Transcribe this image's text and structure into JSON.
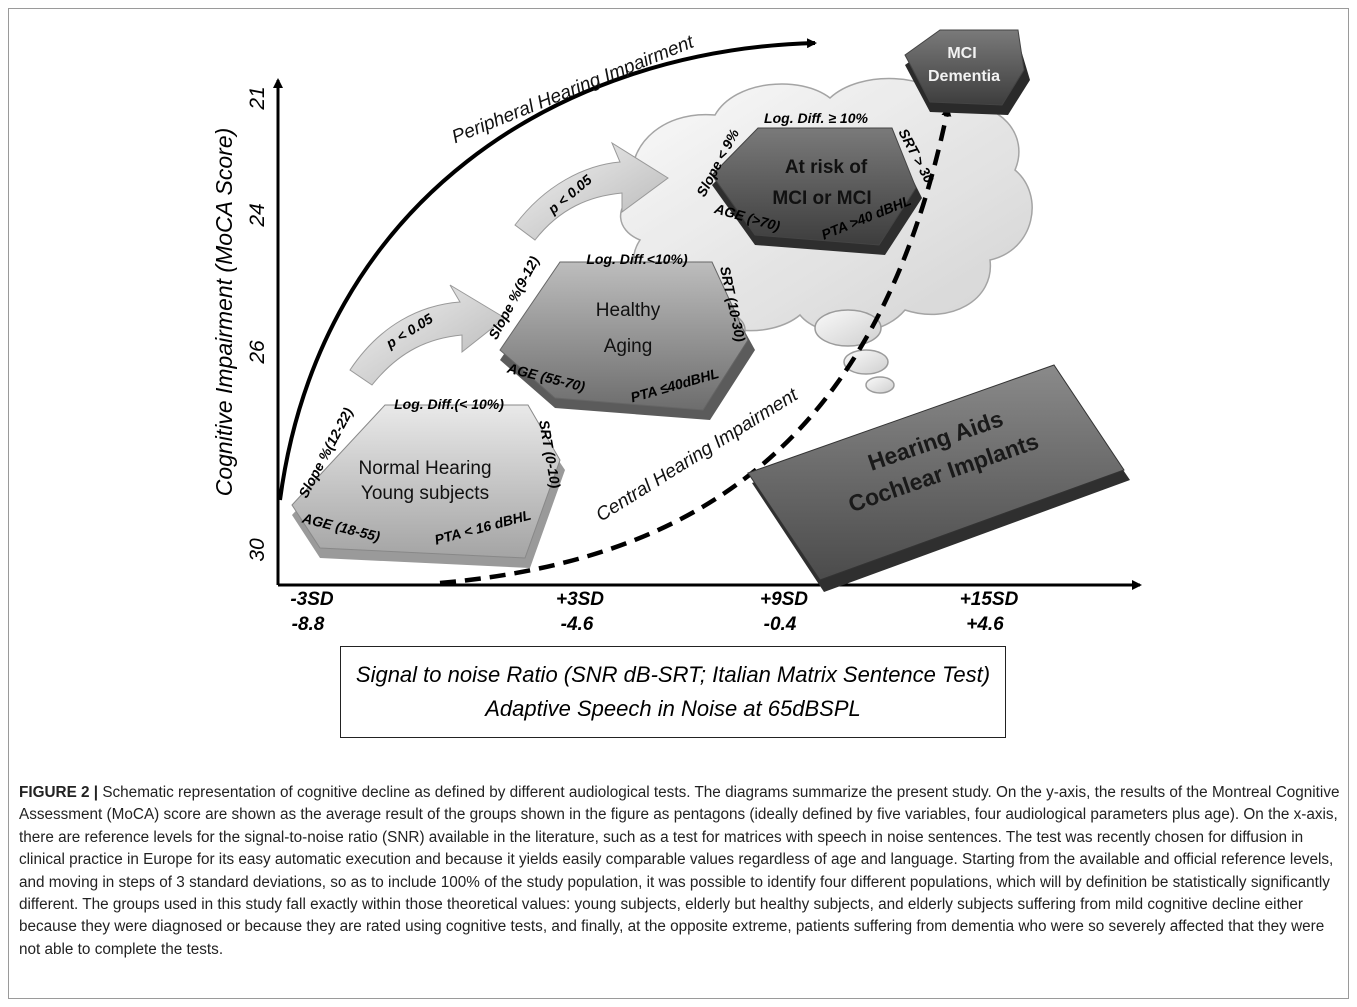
{
  "diagram": {
    "y_axis": {
      "label": "Cognitive Impairment (MoCA Score)",
      "ticks": [
        "21",
        "24",
        "26",
        "30"
      ]
    },
    "x_axis": {
      "ticks": [
        {
          "sd": "-3SD",
          "db": "-8.8"
        },
        {
          "sd": "+3SD",
          "db": "-4.6"
        },
        {
          "sd": "+9SD",
          "db": "-0.4"
        },
        {
          "sd": "+15SD",
          "db": "+4.6"
        }
      ],
      "title_line1": "Signal to noise Ratio (SNR dB-SRT; Italian Matrix Sentence Test)",
      "title_line2": "Adaptive Speech in Noise at 65dBSPL"
    },
    "curves": {
      "peripheral": "Peripheral Hearing Impairment",
      "central": "Central Hearing Impairment"
    },
    "arrows": {
      "first": "p < 0.05",
      "second": "p < 0.05"
    },
    "groups": {
      "normal": {
        "line1": "Normal Hearing",
        "line2": "Young subjects",
        "top": "Log. Diff.(< 10%)",
        "left": "Slope %(12-22)",
        "right": "SRT (0-10)",
        "bottom_left": "AGE (18-55)",
        "bottom_right": "PTA < 16 dBHL"
      },
      "healthy": {
        "line1": "Healthy",
        "line2": "Aging",
        "top": "Log. Diff.<10%)",
        "left": "Slope %(9-12)",
        "right": "SRT (10-30)",
        "bottom_left": "AGE (55-70)",
        "bottom_right": "PTA ≤40dBHL"
      },
      "risk": {
        "line1": "At risk of",
        "line2": "MCI or MCI",
        "top": "Log. Diff. ≥ 10%",
        "left": "Slope < 9%",
        "right": "SRT > 30",
        "bottom_left": "AGE (>70)",
        "bottom_right": "PTA >40 dBHL"
      },
      "mci": {
        "line1": "MCI",
        "line2": "Dementia"
      },
      "aids": {
        "line1": "Hearing Aids",
        "line2": "Cochlear Implants"
      }
    }
  },
  "caption": {
    "figure_label": "FIGURE 2 |",
    "text": "Schematic representation of cognitive decline as defined by different audiological tests. The diagrams summarize the present study. On the y-axis, the results of the Montreal Cognitive Assessment (MoCA) score are shown as the average result of the groups shown in the figure as pentagons (ideally defined by five variables, four audiological parameters plus age). On the x-axis, there are reference levels for the signal-to-noise ratio (SNR) available in the literature, such as a test for matrices with speech in noise sentences. The test was recently chosen for diffusion in clinical practice in Europe for its easy automatic execution and because it yields easily comparable values regardless of age and language. Starting from the available and official reference levels, and moving in steps of 3 standard deviations, so as to include 100% of the study population, it was possible to identify four different populations, which will by definition be statistically significantly different. The groups used in this study fall exactly within those theoretical values: young subjects, elderly but healthy subjects, and elderly subjects suffering from mild cognitive decline either because they were diagnosed or because they are rated using cognitive tests, and finally, at the opposite extreme, patients suffering from dementia who were so severely affected that they were not able to complete the tests."
  }
}
